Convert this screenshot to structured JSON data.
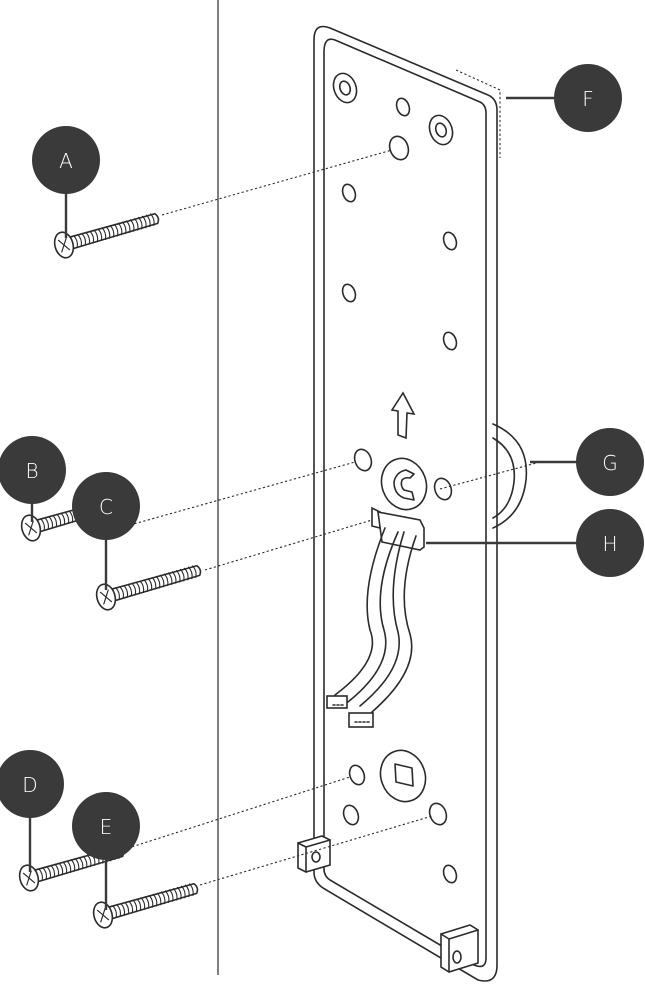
{
  "callouts": {
    "a": "A",
    "b": "B",
    "c": "C",
    "d": "D",
    "e": "E",
    "f": "F",
    "g": "G",
    "h": "H"
  }
}
